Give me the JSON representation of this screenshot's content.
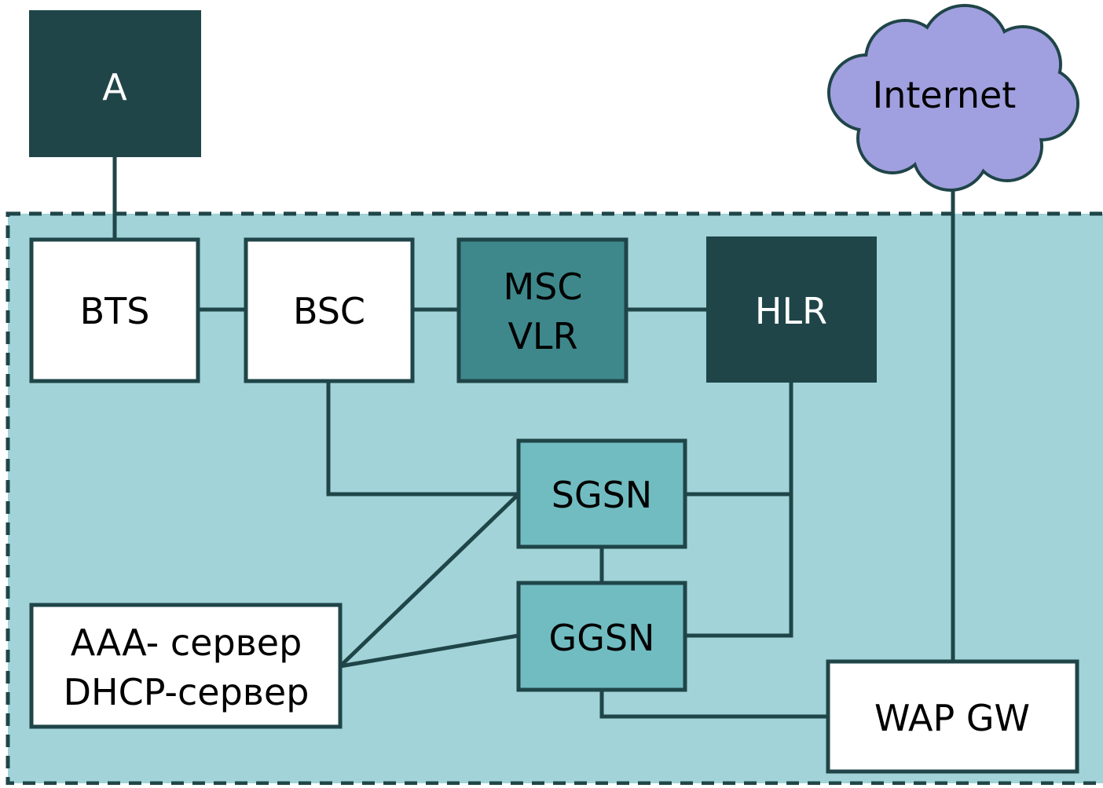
{
  "colors": {
    "dark": "#1f4548",
    "medium": "#3e888c",
    "light_node": "#70bcc1",
    "area_fill": "#a1d3d8",
    "line": "#1f4548",
    "cloud": "#a09fdf",
    "white": "#ffffff"
  },
  "nodes": {
    "a": "A",
    "bts": "BTS",
    "bsc": "BSC",
    "msc_line1": "MSC",
    "msc_line2": "VLR",
    "hlr": "HLR",
    "sgsn": "SGSN",
    "ggsn": "GGSN",
    "aaa_line1": "AAA- сервер",
    "aaa_line2": "DHCP-сервер",
    "wap": "WAP GW",
    "internet": "Internet"
  },
  "icons": {
    "cloud": "cloud-icon"
  }
}
